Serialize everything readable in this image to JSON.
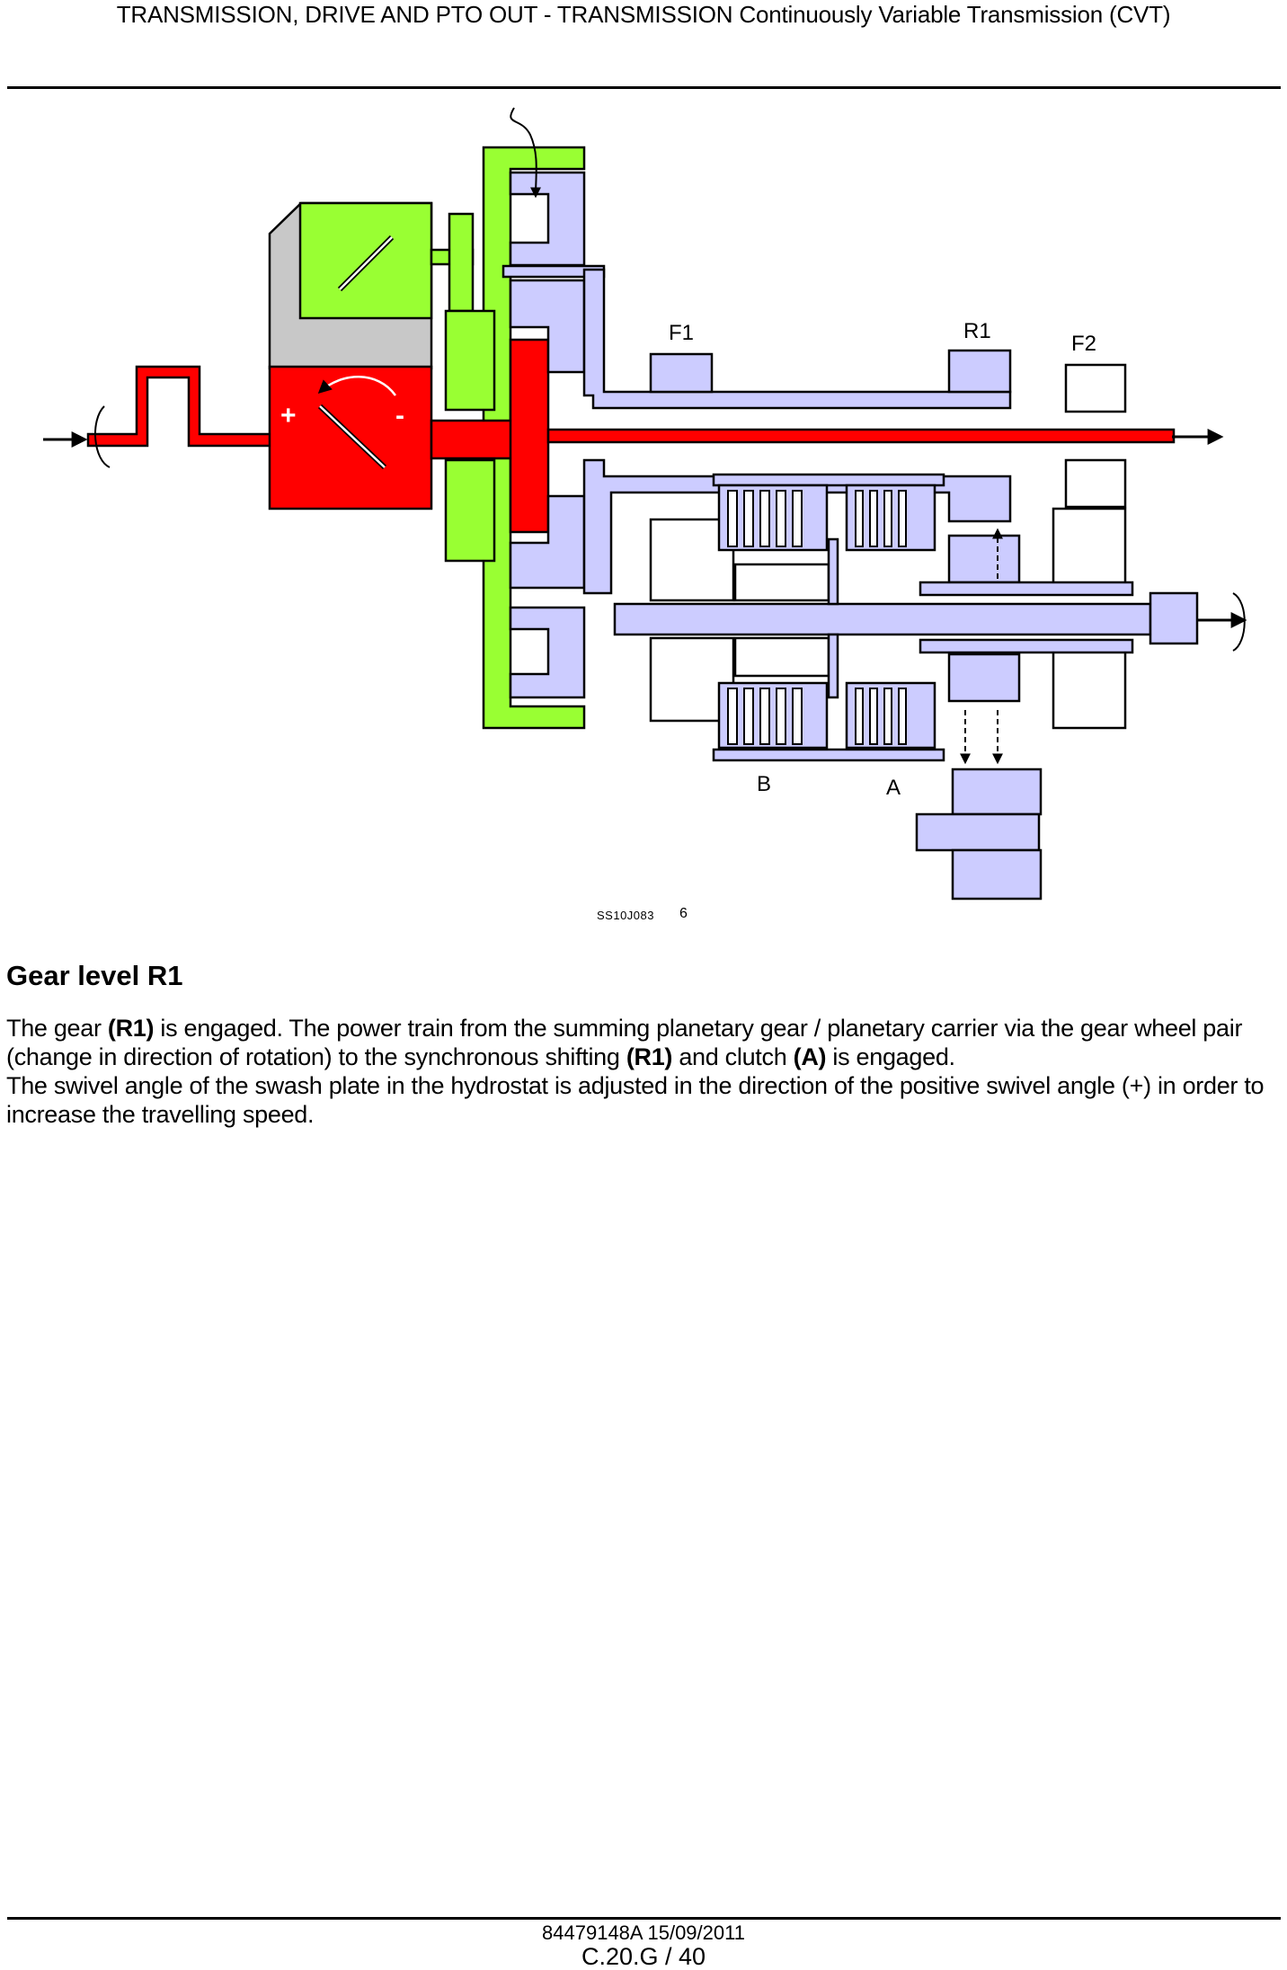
{
  "header": {
    "title": "TRANSMISSION, DRIVE AND PTO OUT - TRANSMISSION Continuously Variable Transmission (CVT)"
  },
  "figure": {
    "reference": "SS10J083",
    "number": "6",
    "labels": {
      "f1": "F1",
      "r1": "R1",
      "f2": "F2",
      "b": "B",
      "a": "A",
      "plus": "+",
      "minus": "-"
    },
    "colors": {
      "power_path": "#ff0000",
      "hydrostat_motor": "#99ff33",
      "gear_parts": "#ccccff",
      "housing": "#c8c8c8",
      "outline": "#000000"
    }
  },
  "section": {
    "heading": "Gear level R1",
    "paragraphs": [
      {
        "runs": [
          {
            "text": "The gear ",
            "bold": false
          },
          {
            "text": "(R1)",
            "bold": true
          },
          {
            "text": " is engaged. The power train from the summing planetary gear / planetary carrier via the gear wheel pair (change in direction of rotation) to the synchronous shifting ",
            "bold": false
          },
          {
            "text": "(R1)",
            "bold": true
          },
          {
            "text": " and clutch ",
            "bold": false
          },
          {
            "text": "(A)",
            "bold": true
          },
          {
            "text": " is engaged.",
            "bold": false
          }
        ]
      },
      {
        "runs": [
          {
            "text": "The swivel angle of the swash plate in the hydrostat is adjusted in the direction of the positive swivel angle (+) in order to increase the travelling speed.",
            "bold": false
          }
        ]
      }
    ]
  },
  "footer": {
    "doc_id": "84479148A 15/09/2011",
    "page": "C.20.G / 40"
  }
}
